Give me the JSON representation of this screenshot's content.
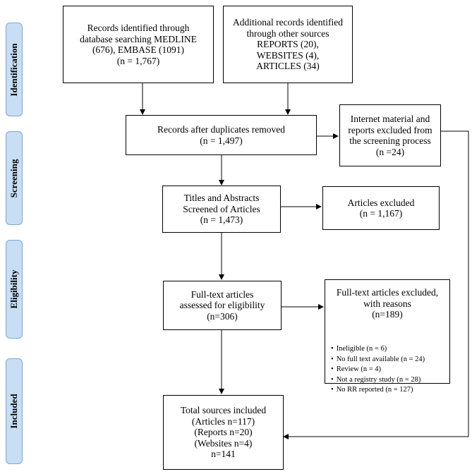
{
  "stages": [
    {
      "id": "identification",
      "label": "Identification"
    },
    {
      "id": "screening",
      "label": "Screening"
    },
    {
      "id": "eligibility",
      "label": "Eligibility"
    },
    {
      "id": "included",
      "label": "Included"
    }
  ],
  "boxes": {
    "database_records": [
      "Records identified through",
      "database searching MEDLINE",
      "(676), EMBASE (1091)",
      "(n = 1,767)"
    ],
    "other_records": [
      "Additional records identified",
      "through other sources",
      "REPORTS (20),",
      "WEBSITES (4),",
      "ARTICLES (34)"
    ],
    "duplicates_removed": [
      "Records after duplicates removed",
      "(n = 1,497)"
    ],
    "internet_excluded": [
      "Internet material and",
      "reports excluded from",
      "the screening process",
      "(n =24)"
    ],
    "titles_screened": [
      "Titles and Abstracts",
      "Screened of Articles",
      "(n = 1,473)"
    ],
    "articles_excluded": [
      "Articles excluded",
      "(n = 1,167)"
    ],
    "fulltext_assessed": [
      "Full-text articles",
      "assessed for eligibility",
      "(n=306)"
    ],
    "fulltext_excluded": [
      "Full-text articles excluded,",
      "with reasons",
      "(n=189)"
    ],
    "total_included": [
      "Total sources included",
      "(Articles n=117)",
      "(Reports n=20)",
      "(Websites n=4)",
      "n=141"
    ]
  },
  "exclusion_reasons": [
    "Ineligible (n = 6)",
    "No full text available (n = 24)",
    "Review (n = 4)",
    "Not a registry study (n = 28)",
    "No RR reported (n = 127)"
  ]
}
